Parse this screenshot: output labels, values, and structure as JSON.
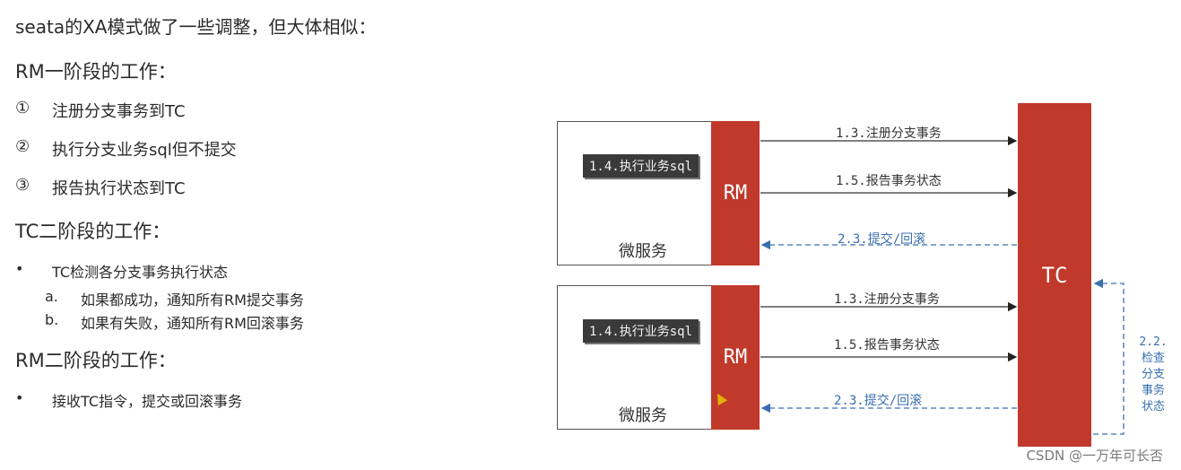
{
  "intro": "seata的XA模式做了一些调整，但大体相似：",
  "rm_phase1": {
    "heading": "RM一阶段的工作：",
    "items": [
      {
        "marker": "①",
        "text": "注册分支事务到TC"
      },
      {
        "marker": "②",
        "text": "执行分支业务sql但不提交"
      },
      {
        "marker": "③",
        "text": "报告执行状态到TC"
      }
    ]
  },
  "tc_phase2": {
    "heading": "TC二阶段的工作：",
    "bullet": "TC检测各分支事务执行状态",
    "subs": [
      {
        "marker": "a.",
        "text": "如果都成功，通知所有RM提交事务"
      },
      {
        "marker": "b.",
        "text": "如果有失败，通知所有RM回滚事务"
      }
    ]
  },
  "rm_phase2": {
    "heading": "RM二阶段的工作：",
    "bullet": "接收TC指令，提交或回滚事务"
  },
  "bullet_symbol": "•",
  "diagram": {
    "services": [
      {
        "label": "微服务",
        "rm": "RM",
        "sql": "1.4.执行业务sql",
        "arrows": [
          "1.3.注册分支事务",
          "1.5.报告事务状态",
          "2.3.提交/回滚"
        ]
      },
      {
        "label": "微服务",
        "rm": "RM",
        "sql": "1.4.执行业务sql",
        "arrows": [
          "1.3.注册分支事务",
          "1.5.报告事务状态",
          "2.3.提交/回滚"
        ]
      }
    ],
    "tc": "TC",
    "check": [
      "2.2.",
      "检查",
      "分支",
      "事务",
      "状态"
    ]
  },
  "colors": {
    "red": "#c0392b",
    "blue": "#3a6fb0"
  },
  "watermark": "CSDN @一万年可长否"
}
